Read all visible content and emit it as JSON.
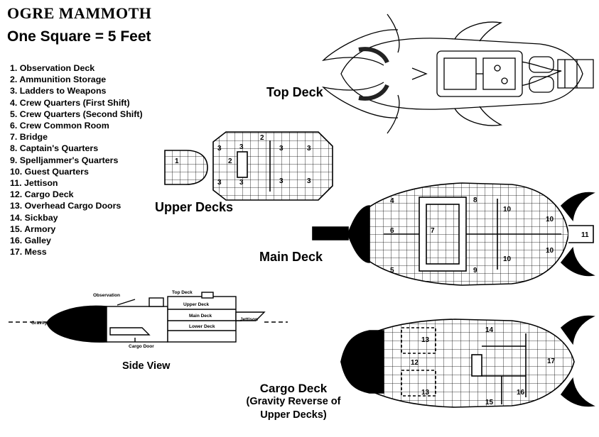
{
  "header": {
    "title": "OGRE MAMMOTH",
    "scale": "One Square = 5 Feet"
  },
  "legend": [
    "1. Observation Deck",
    "2. Ammunition Storage",
    "3. Ladders to Weapons",
    "4. Crew Quarters (First Shift)",
    "5. Crew Quarters (Second Shift)",
    "6. Crew Common Room",
    "7. Bridge",
    "8. Captain's Quarters",
    "9. Spelljammer's Quarters",
    "10. Guest Quarters",
    "11. Jettison",
    "12. Cargo Deck",
    "13. Overhead Cargo Doors",
    "14. Sickbay",
    "15. Armory",
    "16. Galley",
    "17. Mess"
  ],
  "views": {
    "top_deck": "Top Deck",
    "upper_decks": "Upper Decks",
    "main_deck": "Main Deck",
    "side_view": "Side View",
    "cargo_deck_line1": "Cargo Deck",
    "cargo_deck_line2": "(Gravity Reverse of",
    "cargo_deck_line3": "Upper Decks)"
  },
  "side_view_labels": {
    "observation": "Observation",
    "top_deck": "Top Deck",
    "upper_deck": "Upper Deck",
    "main_deck": "Main Deck",
    "lower_deck": "Lower Deck",
    "gravity_plane": "Gravity Plane",
    "jettison": "Jettison",
    "cargo_door": "Cargo Door"
  },
  "room_numbers": {
    "upper": [
      "1",
      "2",
      "2",
      "3",
      "3",
      "3",
      "3",
      "3",
      "3",
      "3",
      "3"
    ],
    "main": [
      "4",
      "5",
      "6",
      "7",
      "8",
      "9",
      "10",
      "10",
      "10",
      "10",
      "11"
    ],
    "cargo": [
      "12",
      "13",
      "13",
      "14",
      "15",
      "16",
      "17"
    ]
  }
}
